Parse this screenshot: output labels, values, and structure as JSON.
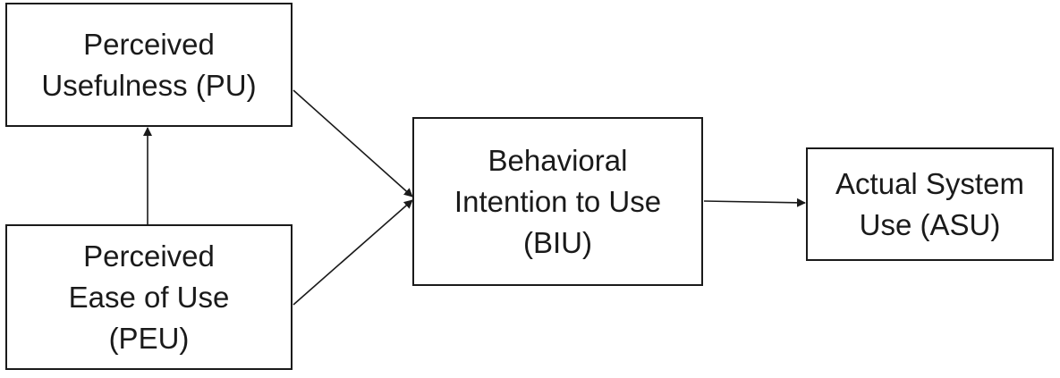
{
  "diagram": {
    "nodes": {
      "pu": {
        "lines": [
          "Perceived",
          "Usefulness (PU)"
        ]
      },
      "peu": {
        "lines": [
          "Perceived",
          "Ease of Use",
          "(PEU)"
        ]
      },
      "biu": {
        "lines": [
          "Behavioral",
          "Intention to Use",
          "(BIU)"
        ]
      },
      "asu": {
        "lines": [
          "Actual System",
          "Use (ASU)"
        ]
      }
    },
    "edges": [
      {
        "from": "peu",
        "to": "pu"
      },
      {
        "from": "pu",
        "to": "biu"
      },
      {
        "from": "peu",
        "to": "biu"
      },
      {
        "from": "biu",
        "to": "asu"
      }
    ],
    "colors": {
      "stroke": "#1a1a1a",
      "background": "#ffffff"
    }
  }
}
